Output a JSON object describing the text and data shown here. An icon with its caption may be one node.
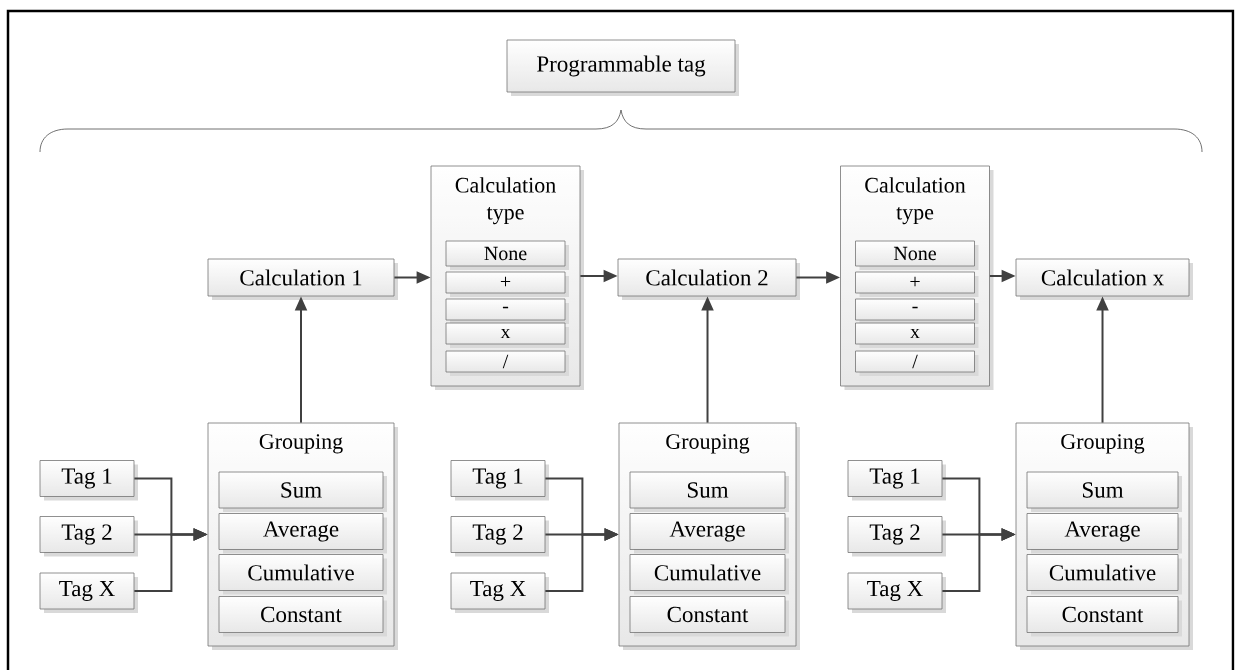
{
  "diagram": {
    "nodes": [
      {
        "text": [
          "Programmable tag"
        ]
      },
      {
        "text": [
          "Calculation 1"
        ]
      },
      {
        "text": [
          "Calculation type"
        ]
      },
      {
        "text": [
          "None"
        ],
        "in": 2
      },
      {
        "text": [
          "+"
        ],
        "in": 2
      },
      {
        "text": [
          "-"
        ],
        "in": 2
      },
      {
        "text": [
          "x"
        ],
        "in": 2
      },
      {
        "text": [
          "/"
        ],
        "in": 2
      },
      {
        "text": [
          "Calculation 2"
        ]
      },
      {
        "text": [
          "Calculation type"
        ]
      },
      {
        "text": [
          "None"
        ],
        "in": 9
      },
      {
        "text": [
          "+"
        ],
        "in": 9
      },
      {
        "text": [
          "-"
        ],
        "in": 9
      },
      {
        "text": [
          "x"
        ],
        "in": 9
      },
      {
        "text": [
          "/"
        ],
        "in": 9
      },
      {
        "text": [
          "Calculation x"
        ]
      },
      {
        "text": [
          "Tag 1"
        ]
      },
      {
        "text": [
          "Tag 2"
        ]
      },
      {
        "text": [
          "Tag X"
        ]
      },
      {
        "text": [
          "Grouping"
        ]
      },
      {
        "text": [
          "Sum"
        ],
        "in": 19
      },
      {
        "text": [
          "Average"
        ],
        "in": 19
      },
      {
        "text": [
          "Cumulative"
        ],
        "in": 19
      },
      {
        "text": [
          "Constant"
        ],
        "in": 19
      },
      {
        "text": [
          "Tag 1"
        ]
      },
      {
        "text": [
          "Tag 2"
        ]
      },
      {
        "text": [
          "Tag X"
        ]
      },
      {
        "text": [
          "Grouping"
        ]
      },
      {
        "text": [
          "Sum"
        ],
        "in": 27
      },
      {
        "text": [
          "Average"
        ],
        "in": 27
      },
      {
        "text": [
          "Cumulative"
        ],
        "in": 27
      },
      {
        "text": [
          "Constant"
        ],
        "in": 27
      },
      {
        "text": [
          "Tag 1"
        ]
      },
      {
        "text": [
          "Tag 2"
        ]
      },
      {
        "text": [
          "Tag X"
        ]
      },
      {
        "text": [
          "Grouping"
        ]
      },
      {
        "text": [
          "Sum"
        ],
        "in": 35
      },
      {
        "text": [
          "Average"
        ],
        "in": 35
      },
      {
        "text": [
          "Cumulative"
        ],
        "in": 35
      },
      {
        "text": [
          "Constant"
        ],
        "in": 35
      }
    ],
    "edges": [
      {
        "from": 1,
        "to": 2,
        "arrow": "to"
      },
      {
        "from": 2,
        "to": 8,
        "arrow": "to"
      },
      {
        "from": 8,
        "to": 9,
        "arrow": "to"
      },
      {
        "from": 9,
        "to": 15,
        "arrow": "to"
      },
      {
        "from": 16,
        "to": 19,
        "arrow": "to"
      },
      {
        "from": 17,
        "to": 19,
        "arrow": "to"
      },
      {
        "from": 18,
        "to": 19,
        "arrow": "to"
      },
      {
        "from": 19,
        "to": 1,
        "arrow": "to"
      },
      {
        "from": 24,
        "to": 27,
        "arrow": "to"
      },
      {
        "from": 25,
        "to": 27,
        "arrow": "to"
      },
      {
        "from": 26,
        "to": 27,
        "arrow": "to"
      },
      {
        "from": 27,
        "to": 8,
        "arrow": "to"
      },
      {
        "from": 32,
        "to": 35,
        "arrow": "to"
      },
      {
        "from": 33,
        "to": 35,
        "arrow": "to"
      },
      {
        "from": 34,
        "to": 35,
        "arrow": "to"
      },
      {
        "from": 35,
        "to": 15,
        "arrow": "to"
      }
    ]
  }
}
